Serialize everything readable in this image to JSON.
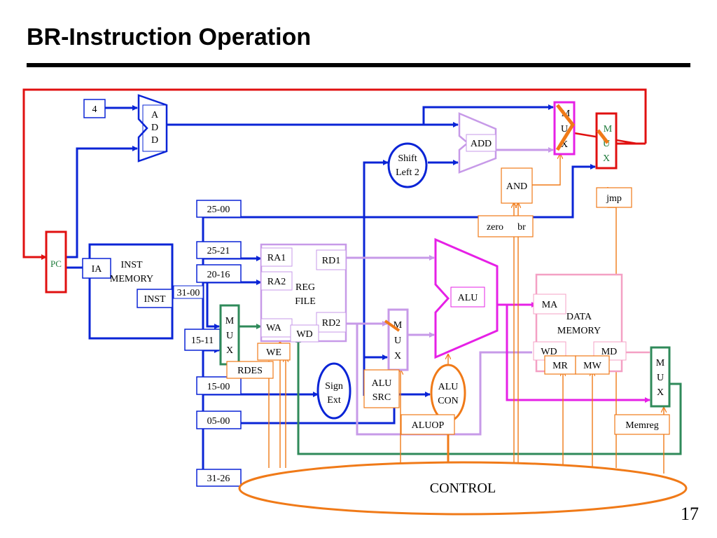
{
  "title": "BR-Instruction Operation",
  "page_number": "17",
  "colors": {
    "blue": "#0a24d6",
    "red": "#e01010",
    "magenta": "#e620e6",
    "lavender": "#c79ae8",
    "orange": "#f07a18",
    "green": "#2f8a5a",
    "pink": "#f4a0c4"
  },
  "labels": {
    "const4": "4",
    "add1": [
      "A",
      "D",
      "D"
    ],
    "pc": "PC",
    "ia": "IA",
    "inst_memory": [
      "INST",
      "MEMORY"
    ],
    "inst": "INST",
    "f25_00": "25-00",
    "f25_21": "25-21",
    "f20_16": "20-16",
    "f31_00": "31-00",
    "f15_11": "15-11",
    "f15_00": "15-00",
    "f05_00": "05-00",
    "f31_26": "31-26",
    "mux_letters": [
      "M",
      "U",
      "X"
    ],
    "rdes": "RDES",
    "ra1": "RA1",
    "ra2": "RA2",
    "reg_file": [
      "REG",
      "FILE"
    ],
    "rd1": "RD1",
    "rd2": "RD2",
    "wa": "WA",
    "wd_reg": "WD",
    "we": "WE",
    "sign_ext": [
      "Sign",
      "Ext"
    ],
    "shift_left": [
      "Shift",
      "Left 2"
    ],
    "add2": "ADD",
    "alu": "ALU",
    "alu_src": [
      "ALU",
      "SRC"
    ],
    "alu_con": [
      "ALU",
      "CON"
    ],
    "aluop": "ALUOP",
    "and_gate": "AND",
    "zero": "zero",
    "br": "br",
    "jmp": "jmp",
    "ma": "MA",
    "data_memory": [
      "DATA",
      "MEMORY"
    ],
    "wd_mem": "WD",
    "md": "MD",
    "mr": "MR",
    "mw": "MW",
    "memreg": "Memreg",
    "control": "CONTROL"
  }
}
